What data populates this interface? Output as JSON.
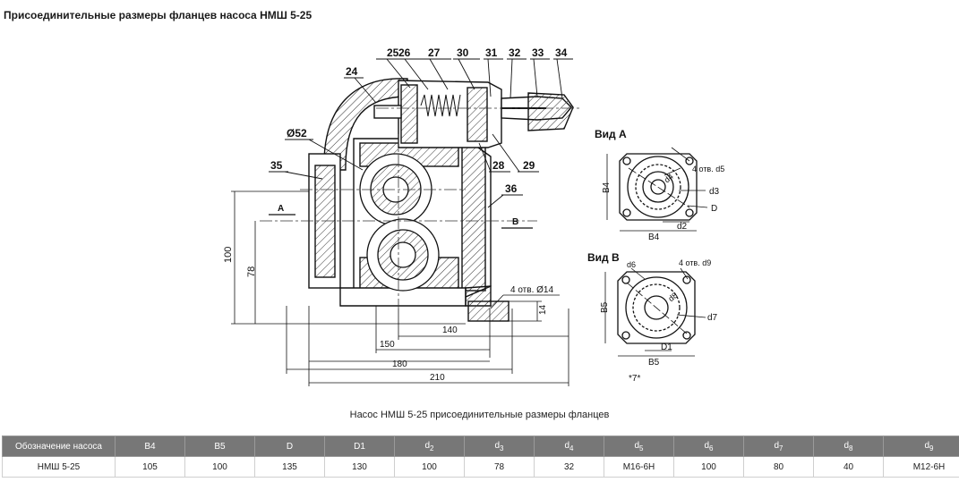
{
  "page": {
    "title": "Присоединительные размеры фланцев насоса НМШ 5-25"
  },
  "drawing": {
    "callouts": [
      "25",
      "26",
      "27",
      "30",
      "31",
      "32",
      "33",
      "34",
      "24",
      "Ø52",
      "35",
      "28",
      "29",
      "36"
    ],
    "section_a": "А",
    "section_b": "В",
    "hole_note": "4 отв. Ø14",
    "dimensions": {
      "h100": "100",
      "h78": "78",
      "w140": "140",
      "w150": "150",
      "w180": "180",
      "w210": "210",
      "d14": "14"
    },
    "view_a": {
      "title": "Вид А",
      "holes": "4 отв. d5",
      "b4_h": "В4",
      "b4_w": "В4",
      "d4": "d4",
      "d3": "d3",
      "d2": "d2",
      "D": "D"
    },
    "view_b": {
      "title": "Вид В",
      "holes": "4 отв. d9",
      "d6": "d6",
      "d8": "d8",
      "b5_h": "В5",
      "b5_w": "В5",
      "d7": "d7",
      "D1": "D1",
      "note": "*7*"
    }
  },
  "caption": "Насос НМШ 5-25 присоединительные размеры фланцев",
  "table": {
    "headers": [
      {
        "main": "Обозначение насоса",
        "sub": ""
      },
      {
        "main": "В4",
        "sub": ""
      },
      {
        "main": "В5",
        "sub": ""
      },
      {
        "main": "D",
        "sub": ""
      },
      {
        "main": "D1",
        "sub": ""
      },
      {
        "main": "d",
        "sub": "2"
      },
      {
        "main": "d",
        "sub": "3"
      },
      {
        "main": "d",
        "sub": "4"
      },
      {
        "main": "d",
        "sub": "5"
      },
      {
        "main": "d",
        "sub": "6"
      },
      {
        "main": "d",
        "sub": "7"
      },
      {
        "main": "d",
        "sub": "8"
      },
      {
        "main": "d",
        "sub": "9"
      }
    ],
    "rows": [
      [
        "НМШ 5-25",
        "105",
        "100",
        "135",
        "130",
        "100",
        "78",
        "32",
        "М16-6Н",
        "100",
        "80",
        "40",
        "М12-6Н"
      ]
    ]
  }
}
